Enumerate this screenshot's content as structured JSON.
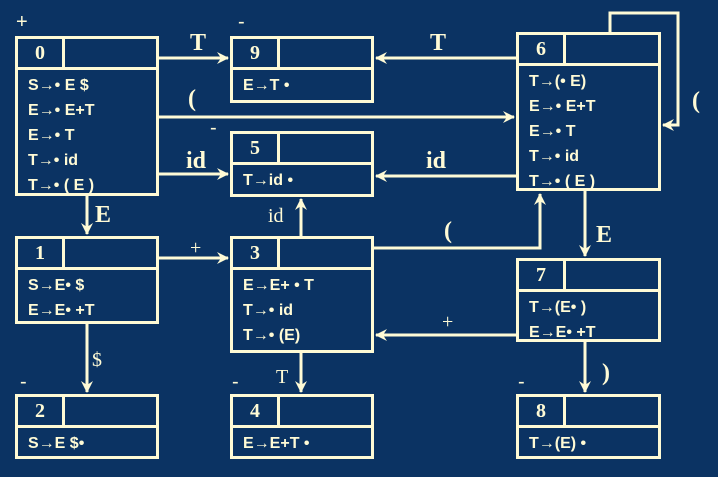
{
  "states": [
    {
      "id": "0",
      "marker": "+",
      "items": [
        "S→• E $",
        "E→• E+T",
        "E→• T",
        "T→• id",
        "T→• ( E )"
      ]
    },
    {
      "id": "9",
      "marker": "-",
      "items": [
        "E→T •"
      ]
    },
    {
      "id": "5",
      "marker": "-",
      "items": [
        "T→id •"
      ]
    },
    {
      "id": "6",
      "marker": "",
      "items": [
        "T→(• E)",
        "E→• E+T",
        "E→• T",
        "T→• id",
        "T→• ( E )"
      ]
    },
    {
      "id": "1",
      "marker": "",
      "items": [
        "S→E• $",
        "E→E• +T"
      ]
    },
    {
      "id": "3",
      "marker": "",
      "items": [
        "E→E+ • T",
        "T→• id",
        "T→• (E)"
      ]
    },
    {
      "id": "7",
      "marker": "",
      "items": [
        "T→(E• )",
        "E→E• +T"
      ]
    },
    {
      "id": "2",
      "marker": "-",
      "items": [
        "S→E $•"
      ]
    },
    {
      "id": "4",
      "marker": "-",
      "items": [
        "E→E+T •"
      ]
    },
    {
      "id": "8",
      "marker": "-",
      "items": [
        "T→(E) •"
      ]
    }
  ],
  "edges": [
    {
      "from": "0",
      "to": "9",
      "label": "T"
    },
    {
      "from": "0",
      "to": "6",
      "label": "("
    },
    {
      "from": "0",
      "to": "5",
      "label": "id"
    },
    {
      "from": "6",
      "to": "9",
      "label": "T"
    },
    {
      "from": "6",
      "to": "5",
      "label": "id"
    },
    {
      "from": "6",
      "to": "6",
      "label": "("
    },
    {
      "from": "0",
      "to": "1",
      "label": "E"
    },
    {
      "from": "1",
      "to": "3",
      "label": "+"
    },
    {
      "from": "1",
      "to": "2",
      "label": "$"
    },
    {
      "from": "3",
      "to": "5",
      "label": "id"
    },
    {
      "from": "3",
      "to": "6",
      "label": "("
    },
    {
      "from": "6",
      "to": "7",
      "label": "E"
    },
    {
      "from": "7",
      "to": "3",
      "label": "+"
    },
    {
      "from": "3",
      "to": "4",
      "label": "T"
    },
    {
      "from": "7",
      "to": "8",
      "label": ")"
    }
  ]
}
